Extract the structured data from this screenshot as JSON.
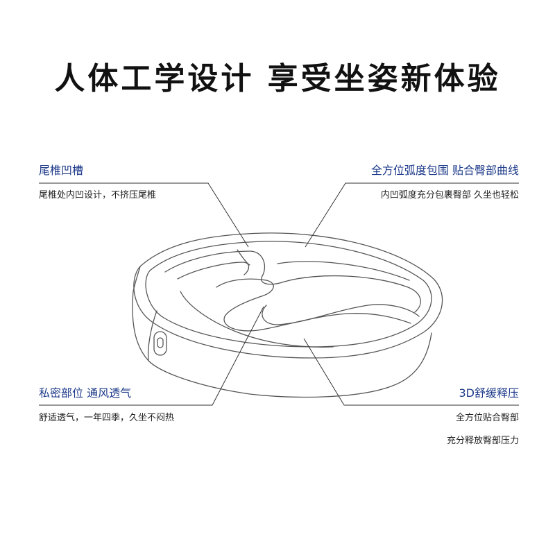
{
  "title": "人体工学设计 享受坐姿新体验",
  "callouts": {
    "tailbone": {
      "heading": "尾椎凹槽",
      "text": "尾椎处内凹设计，不挤压尾椎"
    },
    "wrap": {
      "heading": "全方位弧度包围 贴合臀部曲线",
      "text": "内凹弧度充分包裹臀部 久坐也轻松"
    },
    "vent": {
      "heading": "私密部位 通风透气",
      "text": "舒适透气，一年四季，久坐不闷热"
    },
    "relief": {
      "heading": "3D舒缓释压",
      "lines": [
        "全方位贴合臀部",
        "充分释放臀部压力"
      ]
    }
  },
  "colors": {
    "heading": "#1e3a8a",
    "line": "#333333",
    "outline": "#555555"
  }
}
